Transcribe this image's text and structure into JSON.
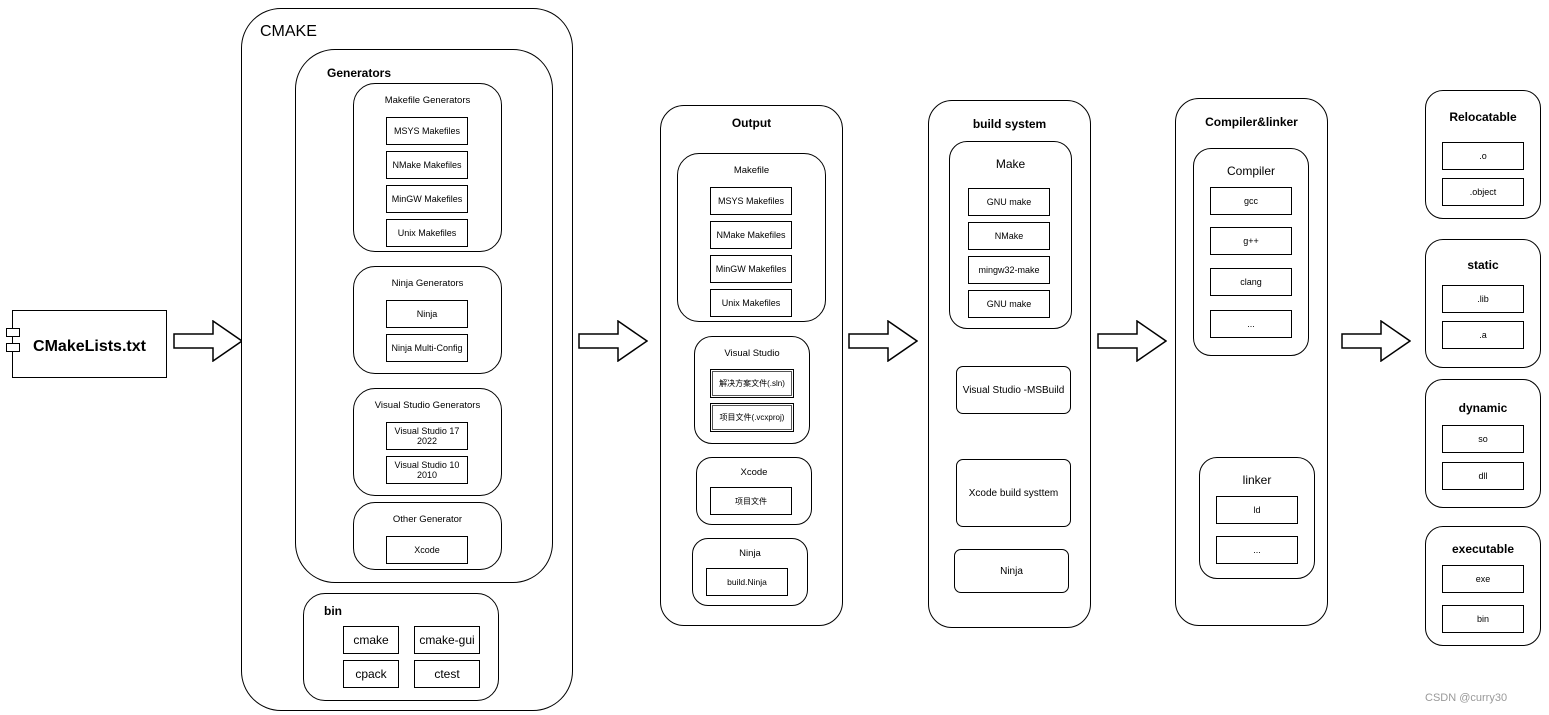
{
  "cmakelists": {
    "label": "CMakeLists.txt"
  },
  "cmake": {
    "title": "CMAKE",
    "generators": {
      "title": "Generators",
      "makefile": {
        "title": "Makefile Generators",
        "items": [
          "MSYS Makefiles",
          "NMake Makefiles",
          "MinGW Makefiles",
          "Unix Makefiles"
        ]
      },
      "ninja": {
        "title": "Ninja Generators",
        "items": [
          "Ninja",
          "Ninja Multi-Config"
        ]
      },
      "vs": {
        "title": "Visual Studio Generators",
        "items": [
          "Visual Studio 17 2022",
          "Visual Studio 10 2010"
        ]
      },
      "other": {
        "title": "Other Generator",
        "items": [
          "Xcode"
        ]
      }
    },
    "bin": {
      "title": "bin",
      "items": [
        "cmake",
        "cmake-gui",
        "cpack",
        "ctest"
      ]
    }
  },
  "output": {
    "title": "Output",
    "makefile": {
      "title": "Makefile",
      "items": [
        "MSYS Makefiles",
        "NMake Makefiles",
        "MinGW Makefiles",
        "Unix Makefiles"
      ]
    },
    "vs": {
      "title": "Visual Studio",
      "items": [
        "解决方案文件(.sln)",
        "项目文件(.vcxproj)"
      ]
    },
    "xcode": {
      "title": "Xcode",
      "items": [
        "项目文件"
      ]
    },
    "ninja": {
      "title": "Ninja",
      "items": [
        "build.Ninja"
      ]
    }
  },
  "build_system": {
    "title": "build system",
    "make": {
      "title": "Make",
      "items": [
        "GNU make",
        "NMake",
        "mingw32-make",
        "GNU make"
      ]
    },
    "msbuild": "Visual Studio -MSBuild",
    "xcode": "Xcode build systtem",
    "ninja": "Ninja"
  },
  "compiler_linker": {
    "title": "Compiler&linker",
    "compiler": {
      "title": "Compiler",
      "items": [
        "gcc",
        "g++",
        "clang",
        "..."
      ]
    },
    "linker": {
      "title": "linker",
      "items": [
        "ld",
        "..."
      ]
    }
  },
  "results": {
    "relocatable": {
      "title": "Relocatable",
      "items": [
        ".o",
        ".object"
      ]
    },
    "static": {
      "title": "static",
      "items": [
        ".lib",
        ".a"
      ]
    },
    "dynamic": {
      "title": "dynamic",
      "items": [
        "so",
        "dll"
      ]
    },
    "executable": {
      "title": "executable",
      "items": [
        "exe",
        "bin"
      ]
    }
  },
  "watermark": "CSDN @curry30"
}
